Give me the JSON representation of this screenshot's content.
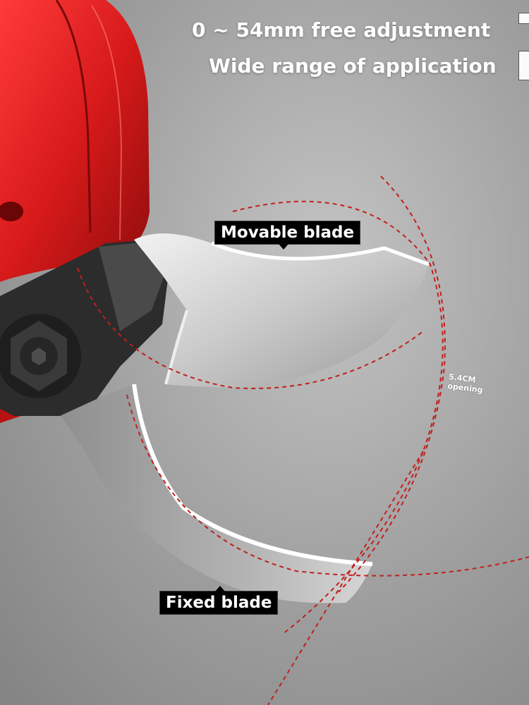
{
  "headline": {
    "line1": "0 ~ 54mm free adjustment",
    "line2": "Wide range of application"
  },
  "callouts": {
    "movable_blade": "Movable blade",
    "fixed_blade": "Fixed blade"
  },
  "opening": {
    "value": "5.4CM",
    "label": "opening"
  },
  "colors": {
    "tool_body": "#d61b1b",
    "background": "#a8a8a8",
    "guide_line": "#c0201e",
    "callout_bg": "#000000"
  }
}
